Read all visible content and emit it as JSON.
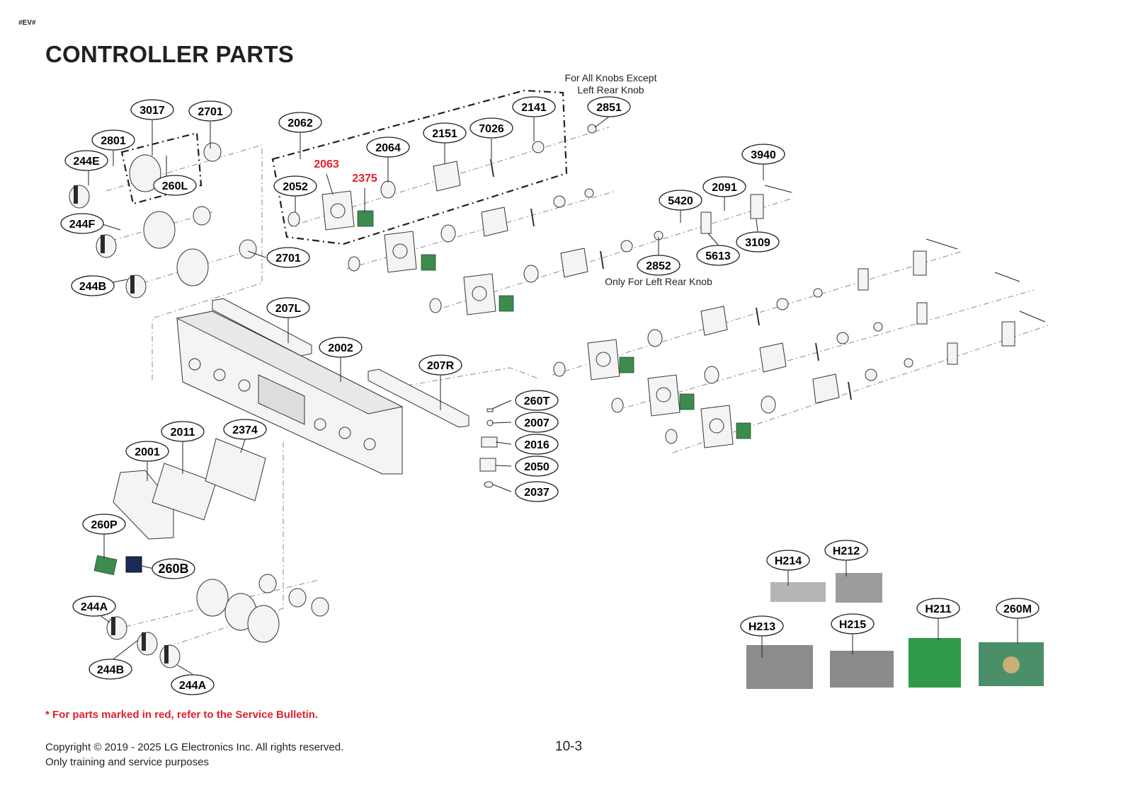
{
  "header": {
    "corner_tag": "#EV#",
    "title": "CONTROLLER PARTS"
  },
  "notes": {
    "knobs_except": "For All Knobs Except\nLeft Rear Knob",
    "left_rear_only": "Only For Left Rear Knob",
    "service_bulletin": "* For parts marked in red, refer to the Service Bulletin."
  },
  "footer": {
    "copyright_line1": "Copyright © 2019 - 2025 LG Electronics Inc. All rights reserved.",
    "copyright_line2": "Only training and service purposes",
    "page_number": "10-3"
  },
  "part_labels": [
    {
      "id": "3017",
      "red": false
    },
    {
      "id": "2701",
      "red": false
    },
    {
      "id": "2801",
      "red": false
    },
    {
      "id": "244E",
      "red": false
    },
    {
      "id": "260L",
      "red": false
    },
    {
      "id": "244F",
      "red": false
    },
    {
      "id": "244B",
      "red": false
    },
    {
      "id": "2701",
      "red": false
    },
    {
      "id": "2062",
      "red": false
    },
    {
      "id": "2063",
      "red": true
    },
    {
      "id": "2375",
      "red": true
    },
    {
      "id": "2052",
      "red": false
    },
    {
      "id": "2064",
      "red": false
    },
    {
      "id": "2151",
      "red": false
    },
    {
      "id": "7026",
      "red": false
    },
    {
      "id": "2141",
      "red": false
    },
    {
      "id": "2851",
      "red": false
    },
    {
      "id": "3940",
      "red": false
    },
    {
      "id": "2091",
      "red": false
    },
    {
      "id": "5420",
      "red": false
    },
    {
      "id": "3109",
      "red": false
    },
    {
      "id": "5613",
      "red": false
    },
    {
      "id": "2852",
      "red": false
    },
    {
      "id": "207L",
      "red": false
    },
    {
      "id": "2002",
      "red": false
    },
    {
      "id": "207R",
      "red": false
    },
    {
      "id": "260T",
      "red": false
    },
    {
      "id": "2007",
      "red": false
    },
    {
      "id": "2016",
      "red": false
    },
    {
      "id": "2050",
      "red": false
    },
    {
      "id": "2037",
      "red": false
    },
    {
      "id": "2011",
      "red": false
    },
    {
      "id": "2374",
      "red": false
    },
    {
      "id": "2001",
      "red": false
    },
    {
      "id": "260P",
      "red": false
    },
    {
      "id": "260B",
      "red": false
    },
    {
      "id": "244A",
      "red": false
    },
    {
      "id": "244B",
      "red": false
    },
    {
      "id": "244A",
      "red": false
    },
    {
      "id": "H214",
      "red": false
    },
    {
      "id": "H212",
      "red": false
    },
    {
      "id": "H211",
      "red": false
    },
    {
      "id": "260M",
      "red": false
    },
    {
      "id": "H213",
      "red": false
    },
    {
      "id": "H215",
      "red": false
    }
  ]
}
